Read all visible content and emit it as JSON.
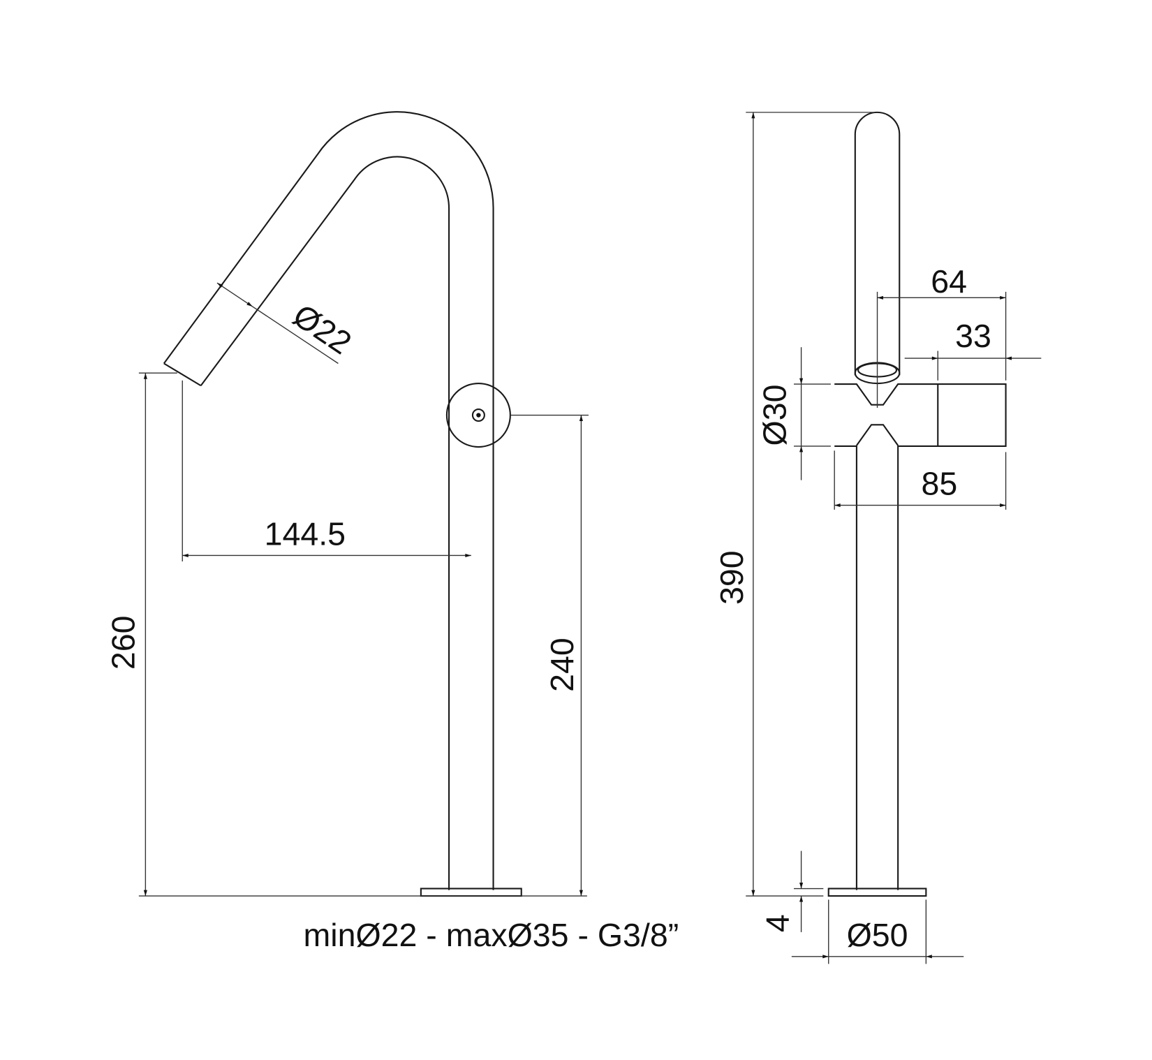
{
  "drawing": {
    "front_view": {
      "spout_diameter": "Ø22",
      "spout_reach": "144.5",
      "spout_height": "260",
      "handle_height": "240",
      "mounting_note": "minØ22 - maxØ35 - G3/8”"
    },
    "side_view": {
      "total_height": "390",
      "handle_length": "64",
      "handle_cap_length": "33",
      "handle_diameter": "Ø30",
      "body_width": "85",
      "base_thickness": "4",
      "base_diameter": "Ø50"
    },
    "line_color": "#1a1a1a"
  }
}
